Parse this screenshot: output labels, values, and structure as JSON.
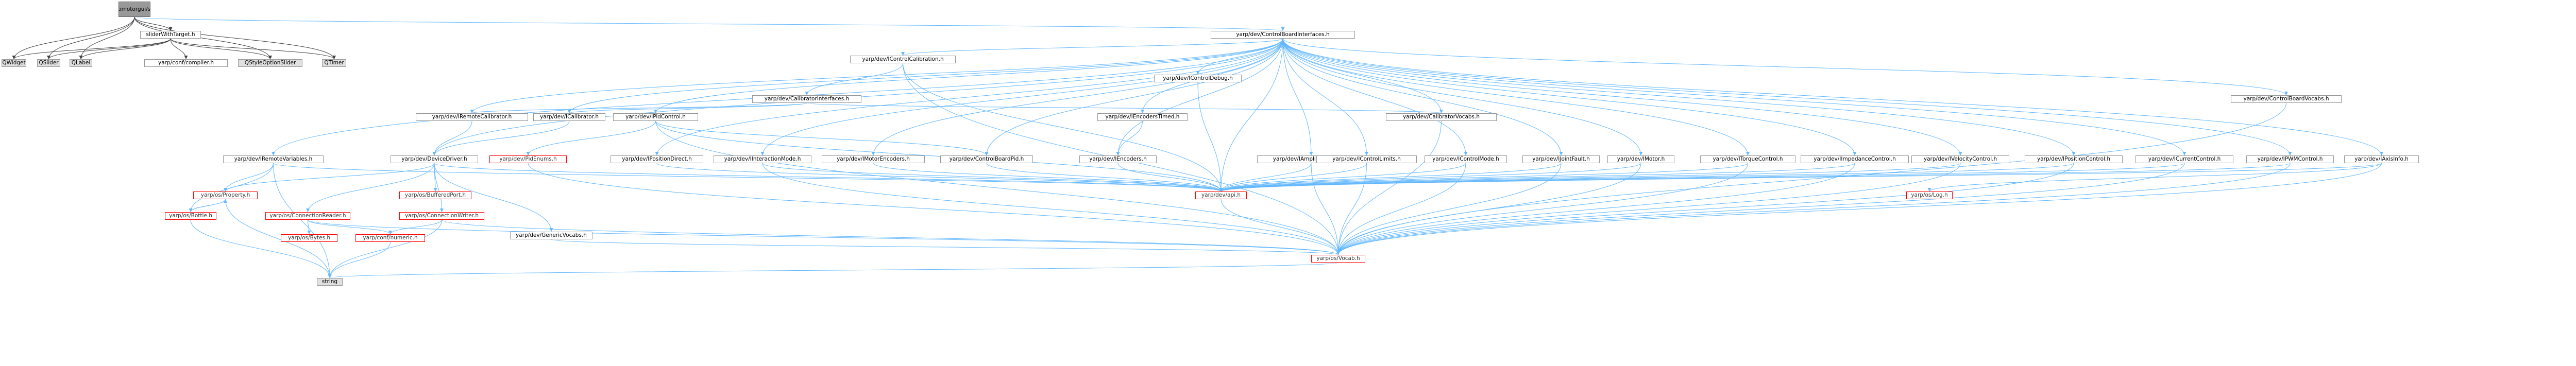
{
  "colors": {
    "edge": "#63b8ff",
    "edge_dark": "#404040",
    "node_border": "#999999",
    "red_border": "#ff0000",
    "system_fill": "#e0e0e0",
    "root_fill": "#999999"
  },
  "nodes": [
    {
      "id": "root",
      "label": "src/gui/yarpmotorgui/sliderdem.h",
      "kind": "root"
    },
    {
      "id": "qwidget",
      "label": "QWidget",
      "kind": "sys"
    },
    {
      "id": "qslider",
      "label": "QSlider",
      "kind": "sys"
    },
    {
      "id": "qlabel",
      "label": "QLabel",
      "kind": "sys"
    },
    {
      "id": "swt",
      "label": "sliderWithTarget.h",
      "kind": "normal"
    },
    {
      "id": "yarpconf",
      "label": "yarp/conf/compiler.h",
      "kind": "normal"
    },
    {
      "id": "qstyle",
      "label": "QStyleOptionSlider",
      "kind": "sys"
    },
    {
      "id": "qtimer",
      "label": "QTimer",
      "kind": "sys"
    },
    {
      "id": "cbi",
      "label": "yarp/dev/ControlBoardInterfaces.h",
      "kind": "normal"
    },
    {
      "id": "icc",
      "label": "yarp/dev/IControlCalibration.h",
      "kind": "normal"
    },
    {
      "id": "cbvocab",
      "label": "yarp/dev/ControlBoardVocabs.h",
      "kind": "normal"
    },
    {
      "id": "calif",
      "label": "yarp/dev/CalibratorInterfaces.h",
      "kind": "normal"
    },
    {
      "id": "icd",
      "label": "yarp/dev/IControlDebug.h",
      "kind": "normal"
    },
    {
      "id": "irc",
      "label": "yarp/dev/IRemoteCalibrator.h",
      "kind": "normal"
    },
    {
      "id": "ical",
      "label": "yarp/dev/ICalibrator.h",
      "kind": "normal"
    },
    {
      "id": "ipid",
      "label": "yarp/dev/IPidControl.h",
      "kind": "normal"
    },
    {
      "id": "iet",
      "label": "yarp/dev/IEncodersTimed.h",
      "kind": "normal"
    },
    {
      "id": "calvoc",
      "label": "yarp/dev/CalibratorVocabs.h",
      "kind": "normal"
    },
    {
      "id": "irv",
      "label": "yarp/dev/IRemoteVariables.h",
      "kind": "normal"
    },
    {
      "id": "dd",
      "label": "yarp/dev/DeviceDriver.h",
      "kind": "normal"
    },
    {
      "id": "pidenums",
      "label": "yarp/dev/PidEnums.h",
      "kind": "red"
    },
    {
      "id": "ipd",
      "label": "yarp/dev/IPositionDirect.h",
      "kind": "normal"
    },
    {
      "id": "iim",
      "label": "yarp/dev/IInteractionMode.h",
      "kind": "normal"
    },
    {
      "id": "ime",
      "label": "yarp/dev/IMotorEncoders.h",
      "kind": "normal"
    },
    {
      "id": "cbpid",
      "label": "yarp/dev/ControlBoardPid.h",
      "kind": "normal"
    },
    {
      "id": "ienc",
      "label": "yarp/dev/IEncoders.h",
      "kind": "normal"
    },
    {
      "id": "iamp",
      "label": "yarp/dev/IAmplifierControl.h",
      "kind": "normal"
    },
    {
      "id": "icl",
      "label": "yarp/dev/IControlLimits.h",
      "kind": "normal"
    },
    {
      "id": "icm",
      "label": "yarp/dev/IControlMode.h",
      "kind": "normal"
    },
    {
      "id": "ijf",
      "label": "yarp/dev/IJointFault.h",
      "kind": "normal"
    },
    {
      "id": "imot",
      "label": "yarp/dev/IMotor.h",
      "kind": "normal"
    },
    {
      "id": "itc",
      "label": "yarp/dev/ITorqueControl.h",
      "kind": "normal"
    },
    {
      "id": "iimp",
      "label": "yarp/dev/IImpedanceControl.h",
      "kind": "normal"
    },
    {
      "id": "ivc",
      "label": "yarp/dev/IVelocityControl.h",
      "kind": "normal"
    },
    {
      "id": "ipc",
      "label": "yarp/dev/IPositionControl.h",
      "kind": "normal"
    },
    {
      "id": "icur",
      "label": "yarp/dev/ICurrentControl.h",
      "kind": "normal"
    },
    {
      "id": "ipwm",
      "label": "yarp/dev/IPWMControl.h",
      "kind": "normal"
    },
    {
      "id": "iaxis",
      "label": "yarp/dev/IAxisInfo.h",
      "kind": "normal"
    },
    {
      "id": "prop",
      "label": "yarp/os/Property.h",
      "kind": "red"
    },
    {
      "id": "bport",
      "label": "yarp/os/BufferedPort.h",
      "kind": "red"
    },
    {
      "id": "devapi",
      "label": "yarp/dev/api.h",
      "kind": "red"
    },
    {
      "id": "log",
      "label": "yarp/os/Log.h",
      "kind": "red"
    },
    {
      "id": "bottle",
      "label": "yarp/os/Bottle.h",
      "kind": "red"
    },
    {
      "id": "connr",
      "label": "yarp/os/ConnectionReader.h",
      "kind": "red"
    },
    {
      "id": "connw",
      "label": "yarp/os/ConnectionWriter.h",
      "kind": "red"
    },
    {
      "id": "genvoc",
      "label": "yarp/dev/GenericVocabs.h",
      "kind": "normal"
    },
    {
      "id": "bytes",
      "label": "yarp/os/Bytes.h",
      "kind": "red"
    },
    {
      "id": "numeric",
      "label": "yarp/conf/numeric.h",
      "kind": "red"
    },
    {
      "id": "vocab",
      "label": "yarp/os/Vocab.h",
      "kind": "red"
    },
    {
      "id": "string",
      "label": "string",
      "kind": "sys"
    }
  ],
  "edges": [
    [
      "root",
      "qwidget"
    ],
    [
      "root",
      "qslider"
    ],
    [
      "root",
      "qlabel"
    ],
    [
      "root",
      "swt"
    ],
    [
      "root",
      "qstyle"
    ],
    [
      "root",
      "qtimer"
    ],
    [
      "root",
      "cbi"
    ],
    [
      "swt",
      "qwidget"
    ],
    [
      "swt",
      "qslider"
    ],
    [
      "swt",
      "qlabel"
    ],
    [
      "swt",
      "yarpconf"
    ],
    [
      "swt",
      "qstyle"
    ],
    [
      "swt",
      "qtimer"
    ],
    [
      "cbi",
      "icc"
    ],
    [
      "cbi",
      "cbvocab"
    ],
    [
      "cbi",
      "icd"
    ],
    [
      "cbi",
      "irc"
    ],
    [
      "cbi",
      "ical"
    ],
    [
      "cbi",
      "ipid"
    ],
    [
      "cbi",
      "iet"
    ],
    [
      "cbi",
      "calvoc"
    ],
    [
      "cbi",
      "irv"
    ],
    [
      "cbi",
      "dd"
    ],
    [
      "cbi",
      "ipd"
    ],
    [
      "cbi",
      "iim"
    ],
    [
      "cbi",
      "ime"
    ],
    [
      "cbi",
      "cbpid"
    ],
    [
      "cbi",
      "ienc"
    ],
    [
      "cbi",
      "iamp"
    ],
    [
      "cbi",
      "icl"
    ],
    [
      "cbi",
      "icm"
    ],
    [
      "cbi",
      "ijf"
    ],
    [
      "cbi",
      "imot"
    ],
    [
      "cbi",
      "itc"
    ],
    [
      "cbi",
      "iimp"
    ],
    [
      "cbi",
      "ivc"
    ],
    [
      "cbi",
      "ipc"
    ],
    [
      "cbi",
      "icur"
    ],
    [
      "cbi",
      "ipwm"
    ],
    [
      "cbi",
      "iaxis"
    ],
    [
      "cbi",
      "devapi"
    ],
    [
      "icc",
      "calif"
    ],
    [
      "icc",
      "devapi"
    ],
    [
      "icc",
      "vocab"
    ],
    [
      "calif",
      "irc"
    ],
    [
      "calif",
      "ical"
    ],
    [
      "calif",
      "calvoc"
    ],
    [
      "icd",
      "devapi"
    ],
    [
      "irc",
      "dd"
    ],
    [
      "ical",
      "dd"
    ],
    [
      "ipid",
      "pidenums"
    ],
    [
      "ipid",
      "cbpid"
    ],
    [
      "ipid",
      "vocab"
    ],
    [
      "ipid",
      "devapi"
    ],
    [
      "iet",
      "ienc"
    ],
    [
      "calvoc",
      "vocab"
    ],
    [
      "irv",
      "prop"
    ],
    [
      "irv",
      "bottle"
    ],
    [
      "irv",
      "devapi"
    ],
    [
      "irv",
      "string"
    ],
    [
      "dd",
      "prop"
    ],
    [
      "dd",
      "bport"
    ],
    [
      "dd",
      "connr"
    ],
    [
      "dd",
      "connw"
    ],
    [
      "dd",
      "genvoc"
    ],
    [
      "dd",
      "devapi"
    ],
    [
      "pidenums",
      "vocab"
    ],
    [
      "ipd",
      "devapi"
    ],
    [
      "iim",
      "devapi"
    ],
    [
      "iim",
      "vocab"
    ],
    [
      "ime",
      "devapi"
    ],
    [
      "cbpid",
      "devapi"
    ],
    [
      "ienc",
      "devapi"
    ],
    [
      "iamp",
      "devapi"
    ],
    [
      "iamp",
      "vocab"
    ],
    [
      "icl",
      "devapi"
    ],
    [
      "icl",
      "vocab"
    ],
    [
      "icm",
      "devapi"
    ],
    [
      "icm",
      "vocab"
    ],
    [
      "ijf",
      "devapi"
    ],
    [
      "ijf",
      "vocab"
    ],
    [
      "imot",
      "devapi"
    ],
    [
      "imot",
      "vocab"
    ],
    [
      "itc",
      "devapi"
    ],
    [
      "itc",
      "vocab"
    ],
    [
      "iimp",
      "devapi"
    ],
    [
      "iimp",
      "vocab"
    ],
    [
      "ivc",
      "devapi"
    ],
    [
      "ivc",
      "vocab"
    ],
    [
      "ipc",
      "devapi"
    ],
    [
      "ipc",
      "vocab"
    ],
    [
      "icur",
      "devapi"
    ],
    [
      "icur",
      "vocab"
    ],
    [
      "ipwm",
      "devapi"
    ],
    [
      "ipwm",
      "vocab"
    ],
    [
      "iaxis",
      "devapi"
    ],
    [
      "iaxis",
      "vocab"
    ],
    [
      "iaxis",
      "log"
    ],
    [
      "cbvocab",
      "vocab"
    ],
    [
      "genvoc",
      "vocab"
    ],
    [
      "prop",
      "bottle"
    ],
    [
      "prop",
      "string"
    ],
    [
      "bottle",
      "prop"
    ],
    [
      "bottle",
      "string"
    ],
    [
      "connr",
      "bytes"
    ],
    [
      "connr",
      "numeric"
    ],
    [
      "connr",
      "vocab"
    ],
    [
      "connw",
      "numeric"
    ],
    [
      "connw",
      "vocab"
    ],
    [
      "connw",
      "string"
    ],
    [
      "numeric",
      "string"
    ],
    [
      "devapi",
      "vocab"
    ],
    [
      "vocab",
      "string"
    ]
  ]
}
